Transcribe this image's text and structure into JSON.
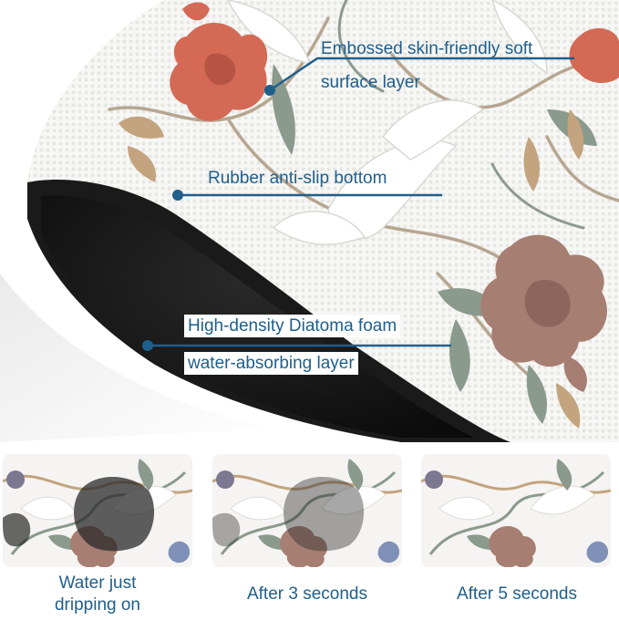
{
  "callouts": {
    "top_line1": "Embossed skin-friendly soft",
    "top_line2": "surface layer",
    "middle": "Rubber anti-slip bottom",
    "bottom_line1": "High-density Diatoma foam",
    "bottom_line2": "water-absorbing layer"
  },
  "stages": [
    {
      "caption_line1": "Water just",
      "caption_line2": "dripping on",
      "wetness": 1.0
    },
    {
      "caption_line1": "After 3 seconds",
      "caption_line2": "",
      "wetness": 0.55
    },
    {
      "caption_line1": "After 5 seconds",
      "caption_line2": "",
      "wetness": 0.0
    }
  ],
  "colors": {
    "callout_blue": "#1f5f8b",
    "flower_coral": "#d46a55",
    "flower_mauve": "#a67e72",
    "leaf_sage": "#8a9a8c",
    "stem_tan": "#c3a47f",
    "rubber_black": "#121212"
  }
}
